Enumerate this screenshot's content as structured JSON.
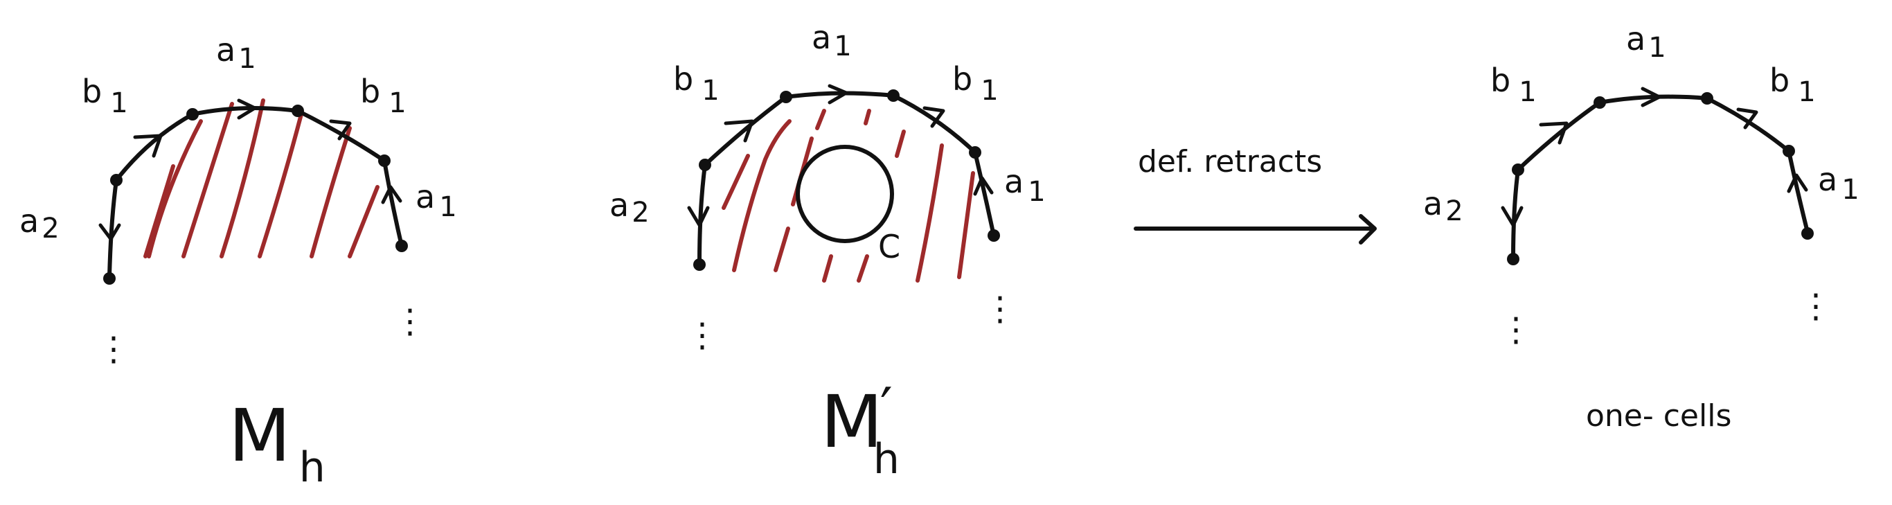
{
  "colors": {
    "ink": "#111111",
    "hatch": "#9e2a2b",
    "background": "#ffffff"
  },
  "labels": {
    "a1": "a",
    "a1_sub": "1",
    "a2": "a",
    "a2_sub": "2",
    "b1": "b",
    "b1_sub": "1",
    "vertical_ellipsis": "⋮"
  },
  "panel_left": {
    "caption_main": "M",
    "caption_sub": "h"
  },
  "panel_middle": {
    "caption_main": "M",
    "caption_prime": "′",
    "caption_sub": "h",
    "circle_label": "C"
  },
  "arrow": {
    "label": "def. retracts"
  },
  "panel_right": {
    "caption": "one- cells"
  }
}
